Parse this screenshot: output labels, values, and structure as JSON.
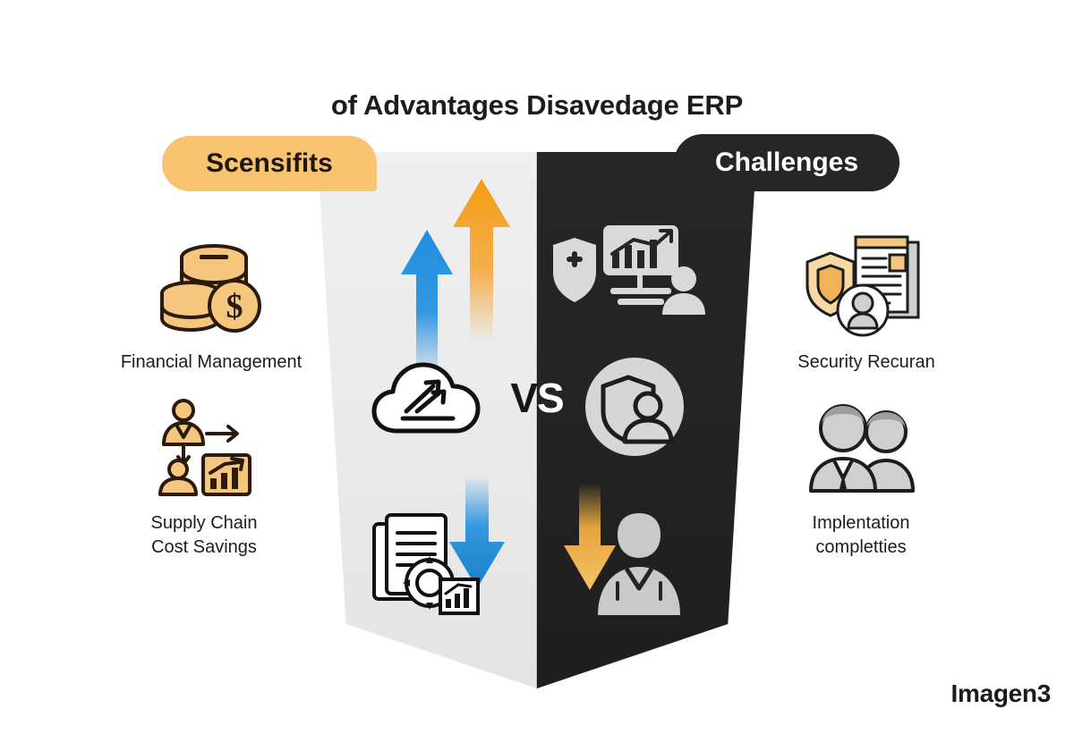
{
  "title": "of Advantages Disavedage ERP",
  "watermark": "Imagen3",
  "center": {
    "vs_left": "V",
    "vs_right": "S"
  },
  "columns": {
    "benefits": {
      "pill_label": "Scensifits",
      "pill_color": "#f8c471",
      "panel_color": "#ededed",
      "items": [
        {
          "caption": "Financial Management",
          "icon": "coins-dollar-icon"
        },
        {
          "caption": "Supply Chain\nCost Savings",
          "icon": "org-chart-growth-icon"
        }
      ]
    },
    "challenges": {
      "pill_label": "Challenges",
      "pill_color": "#262626",
      "panel_color": "#232323",
      "items": [
        {
          "caption": "Security Recuran",
          "icon": "shield-document-user-icon"
        },
        {
          "caption": "Implentation\ncompletties",
          "icon": "two-people-icon"
        }
      ]
    }
  },
  "center_icons": [
    {
      "name": "cloud-analytics-icon",
      "side": "light"
    },
    {
      "name": "documents-gear-chart-icon",
      "side": "light"
    },
    {
      "name": "training-presentation-icon",
      "side": "dark"
    },
    {
      "name": "shield-person-badge-icon",
      "side": "dark"
    },
    {
      "name": "person-icon",
      "side": "dark"
    }
  ],
  "arrows": [
    {
      "name": "arrow-up-blue",
      "direction": "up",
      "color": "#1f8fe0"
    },
    {
      "name": "arrow-up-amber",
      "direction": "up",
      "color": "#f5a93c"
    },
    {
      "name": "arrow-down-blue",
      "direction": "down",
      "color": "#1f8fe0"
    },
    {
      "name": "arrow-down-amber",
      "direction": "down",
      "color": "#f5b041"
    }
  ]
}
